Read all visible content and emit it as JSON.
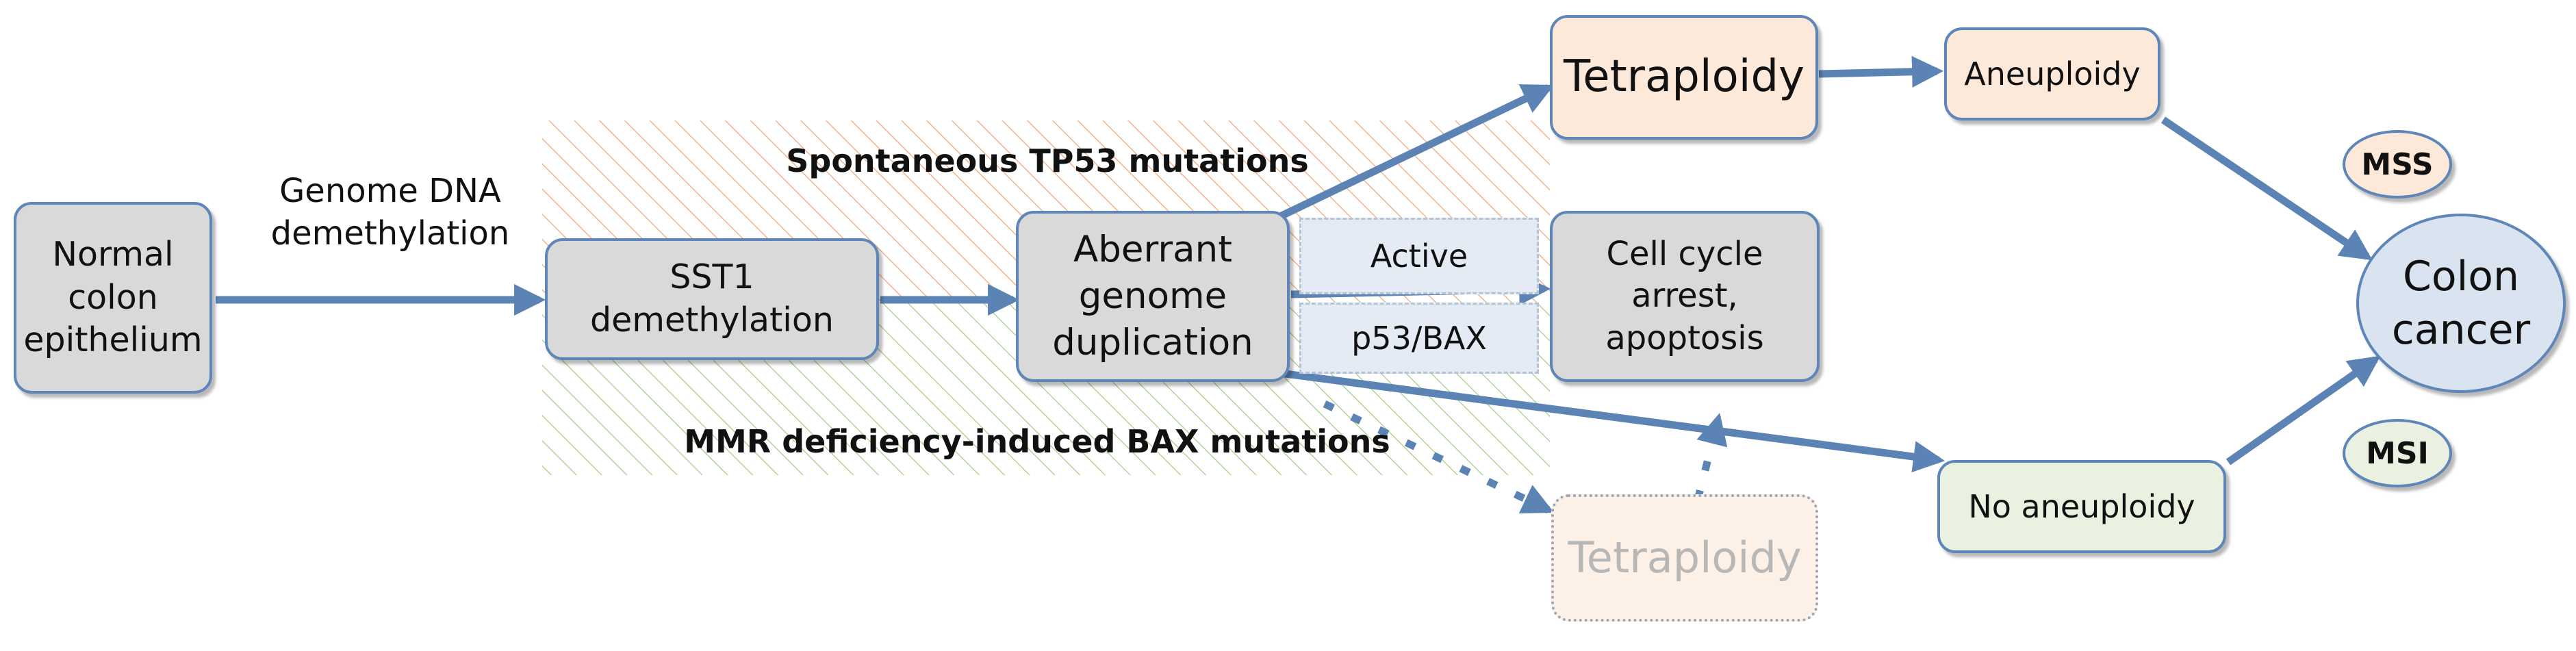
{
  "nodes": {
    "normal_colon": "Normal\ncolon\nepithelium",
    "sst1": "SST1\ndemethylation",
    "aberrant": "Aberrant\ngenome\nduplication",
    "tetraploidy": "Tetraploidy",
    "aneuploidy": "Aneuploidy",
    "cell_cycle": "Cell cycle\narrest,\napoptosis",
    "no_aneuploidy": "No aneuploidy",
    "tetraploidy_ghost": "Tetraploidy",
    "colon_cancer": "Colon\ncancer",
    "mss": "MSS",
    "msi": "MSI"
  },
  "labels": {
    "genome_dna": "Genome DNA\ndemethylation",
    "spontaneous": "Spontaneous TP53 mutations",
    "mmr": "MMR deficiency-induced BAX mutations",
    "active": "Active",
    "p53bax": "p53/BAX"
  },
  "colors": {
    "arrow": "#5b84b5",
    "border": "#5f86b8",
    "gray_fill": "#d9d9d9",
    "peach_fill": "#fde9da",
    "green_fill": "#eaf1e0",
    "blue_fill": "#dae3f0",
    "hatch_orange": "#f2b48f",
    "hatch_green": "#b5d39a"
  }
}
